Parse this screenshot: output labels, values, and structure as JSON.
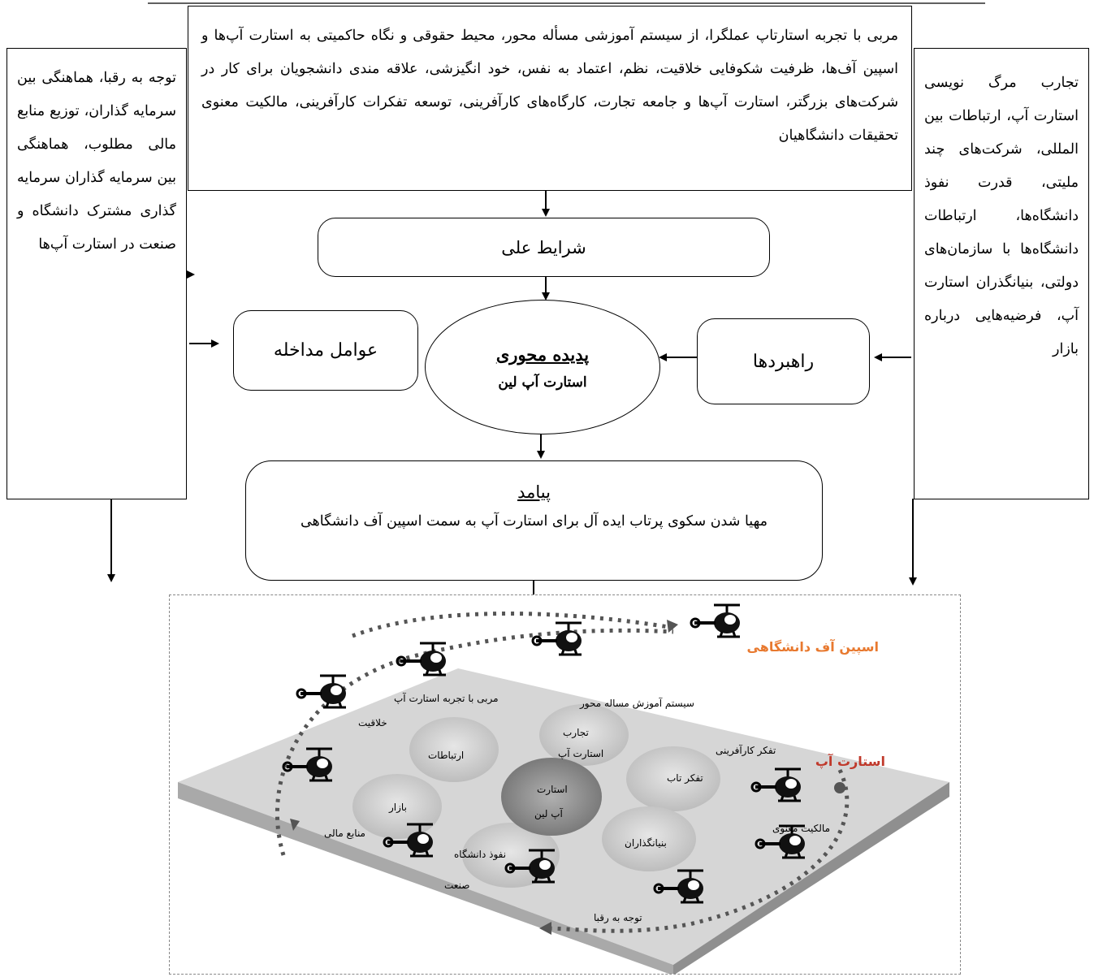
{
  "top_box": {
    "text": "مربی با تجربه استارتاپ عملگرا، از سیستم آموزشی مسأله محور، محیط حقوقی و نگاه حاکمیتی به استارت آپ‌ها و اسپین آف‌ها، ظرفیت شکوفایی خلاقیت، نظم، اعتماد به نفس، خود انگیزشی، علاقه مندی دانشجویان برای کار در شرکت‌های بزرگتر، استارت آپ‌ها و جامعه تجارت، کارگاه‌های کارآفرینی، توسعه تفکرات کارآفرینی، مالکیت معنوی تحقیقات دانشگاهیان"
  },
  "left_box": {
    "text": "توجه به رقبا، هماهنگی بین سرمایه گذاران، توزیع منابع مالی مطلوب، هماهنگی بین سرمایه گذاران سرمایه گذاری مشترک دانشگاه و صنعت در استارت آپ‌ها"
  },
  "right_box": {
    "text": "تجارب مرگ نویسی استارت آپ، ارتباطات بین المللی، شرکت‌های چند ملیتی، قدرت نفوذ دانشگاه‌ها، ارتباطات دانشگاه‌ها با سازمان‌های دولتی، بنیانگذران استارت آپ، فرضیه‌هایی درباره بازار"
  },
  "causal": {
    "label": "شرایط علی"
  },
  "intervening": {
    "label": "عوامل مداخله"
  },
  "strategies": {
    "label": "راهبردها"
  },
  "core": {
    "title": "پدیده محوری",
    "subtitle": "استارت آپ لین"
  },
  "outcome": {
    "title": "پیامد",
    "text": "مهیا شدن سکوی پرتاب ایده آل برای استارت آپ به سمت اسپین آف دانشگاهی"
  },
  "scene": {
    "title_spinoff": "اسپین آف دانشگاهی",
    "title_startup": "استارت آپ",
    "labels": {
      "mentor": "مربی با تجربه استارت آپ",
      "problem_system": "سیستم آموزش مساله محور",
      "creativity": "خلاقیت",
      "entre_thinking": "تفکر کارآفرینی",
      "intellectual_property": "مالکیت معنوی",
      "financial": "منابع مالی",
      "industry": "صنعت",
      "competitors": "توجه به رقبا",
      "relations": "ارتباطات",
      "experiences_1": "تجارب",
      "experiences_2": "استارت آپ",
      "tab_thinking": "تفکر تاب",
      "market": "بازار",
      "univ_influence": "نفوذ دانشگاه",
      "founders": "بنیانگذاران",
      "center_1": "استارت",
      "center_2": "آپ لین"
    },
    "colors": {
      "spinoff_title": "#e8792f",
      "startup_title": "#c0392b",
      "platform": "#cfcfcf",
      "dots": "#555555"
    }
  }
}
